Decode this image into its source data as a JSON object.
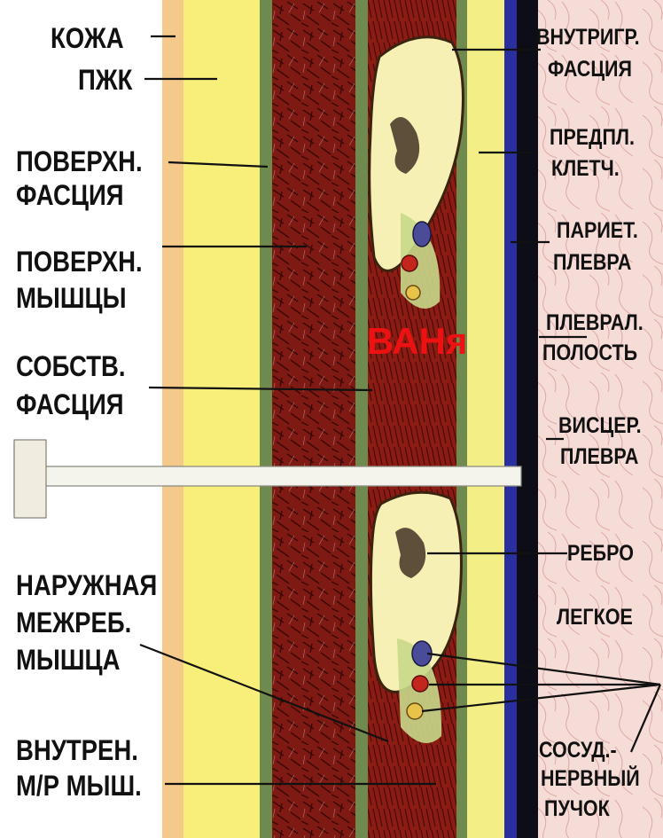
{
  "labels": {
    "skin": "КОЖА",
    "subcutaneous_fat": "ПЖК",
    "superficial_fascia_1": "ПОВЕРХН.",
    "superficial_fascia_2": "ФАСЦИЯ",
    "superficial_muscles_1": "ПОВЕРХН.",
    "superficial_muscles_2": "МЫШЦЫ",
    "own_fascia_1": "СОБСТВ.",
    "own_fascia_2": "ФАСЦИЯ",
    "external_intercostal_1": "НАРУЖНАЯ",
    "external_intercostal_2": "МЕЖРЕБ.",
    "external_intercostal_3": "МЫШЦА",
    "internal_intercostal_1": "ВНУТРЕН.",
    "internal_intercostal_2": "М/Р МЫШ.",
    "endothoracic_fascia_1": "ВНУТРИГР.",
    "endothoracic_fascia_2": "ФАСЦИЯ",
    "prepleural_tissue_1": "ПРЕДПЛ.",
    "prepleural_tissue_2": "КЛЕТЧ.",
    "parietal_pleura_1": "ПАРИЕТ.",
    "parietal_pleura_2": "ПЛЕВРА",
    "pleural_cavity_1": "ПЛЕВРАЛ.",
    "pleural_cavity_2": "ПОЛОСТЬ",
    "visceral_pleura_1": "ВИСЦЕР.",
    "visceral_pleura_2": "ПЛЕВРА",
    "rib": "РЕБРО",
    "lung": "ЛЕГКОЕ",
    "neurovascular_bundle_1": "СОСУД.-",
    "neurovascular_bundle_2": "НЕРВНЫЙ",
    "neurovascular_bundle_3": "ПУЧОК"
  },
  "watermark": "ВАНя",
  "colors": {
    "skin": "#f4c98a",
    "fat": "#f7ef7a",
    "fascia": "#6e8a4e",
    "muscle": "#7a1812",
    "muscle_streak": "#3a0806",
    "prepleural": "#f3ee86",
    "pleura_black": "#0d0d18",
    "pleura_blue": "#2a2fa0",
    "lung": "#f6dcd6",
    "bone": "#f6f0b4",
    "bone_outline": "#3a2410",
    "vein": "#4a4c9a",
    "artery": "#c2261c",
    "nerve": "#e7c34a",
    "needle": "#f4f4ec",
    "watermark": "#ee1111"
  }
}
